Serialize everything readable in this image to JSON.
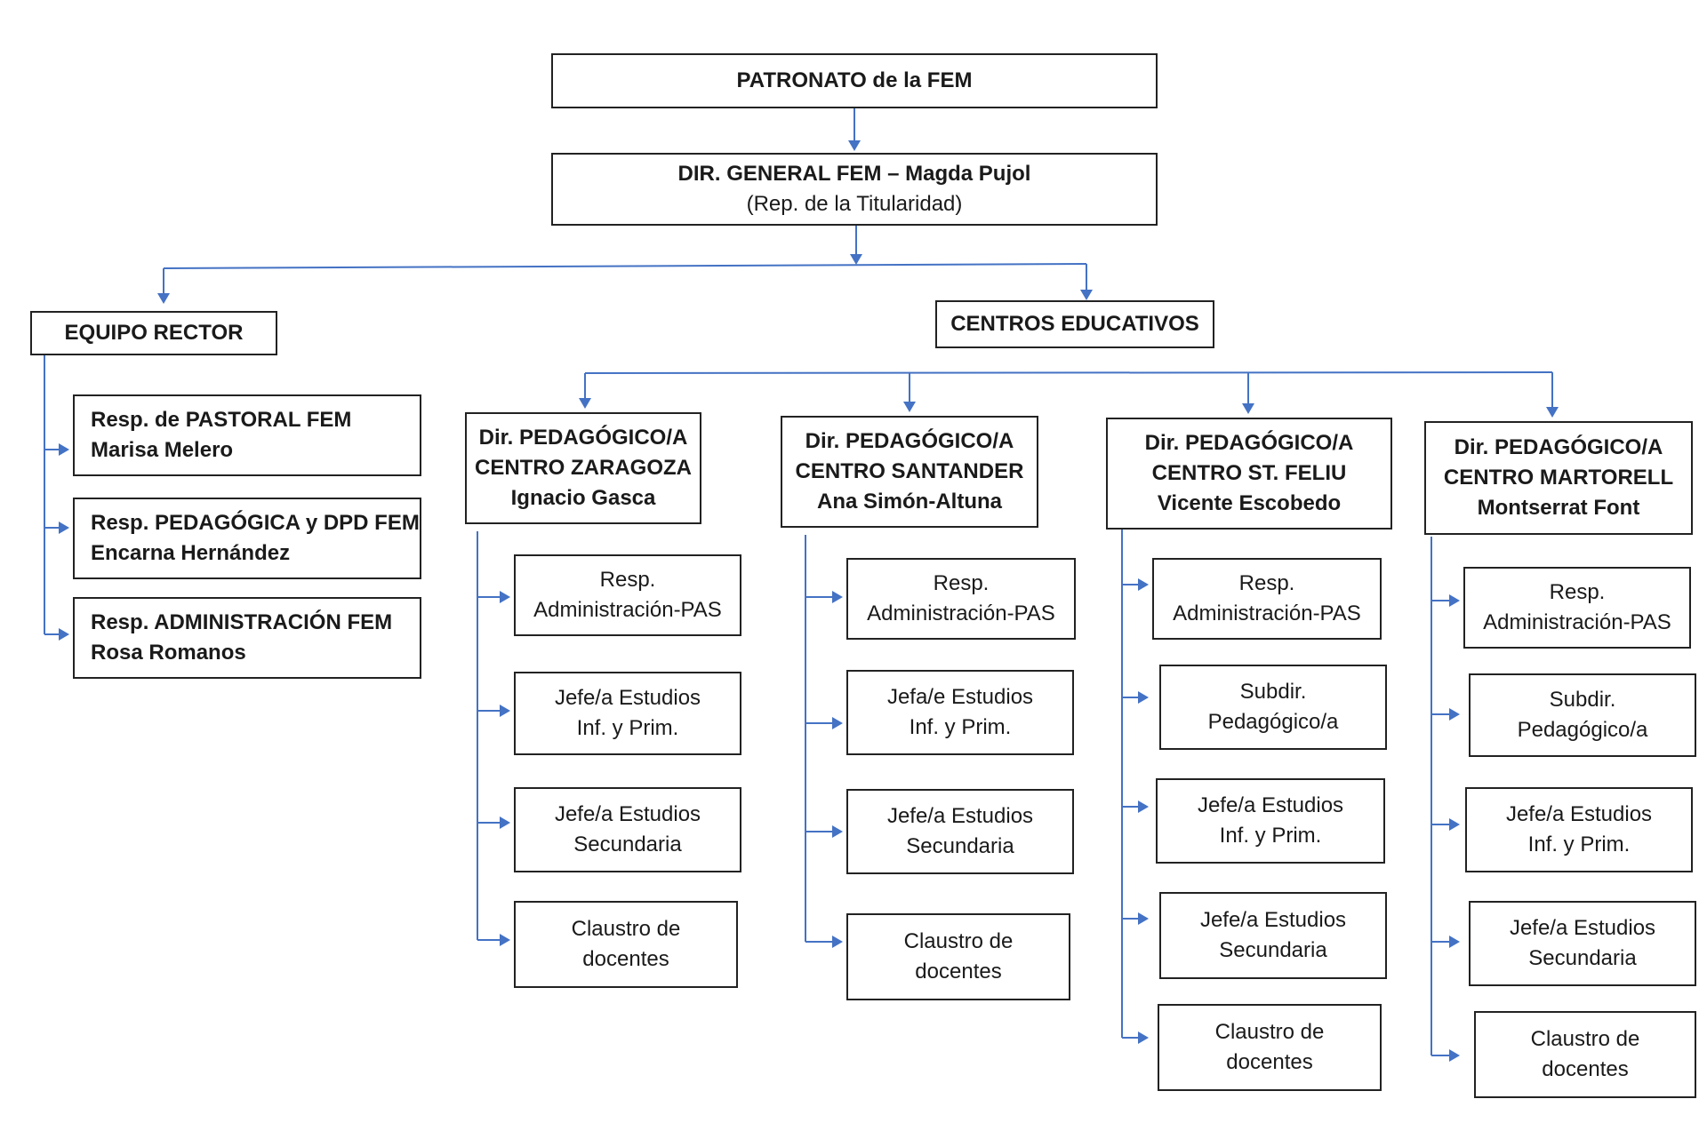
{
  "colors": {
    "connector": "#4472c4",
    "border": "#222222",
    "text": "#1a1a1a"
  },
  "patronato": {
    "lines": [
      "PATRONATO de la FEM"
    ]
  },
  "direccion_general": {
    "lines": [
      "DIR. GENERAL FEM – Magda Pujol",
      "(Rep. de la Titularidad)"
    ]
  },
  "equipo_rector": {
    "title": {
      "lines": [
        "EQUIPO RECTOR"
      ]
    },
    "members": [
      {
        "lines": [
          "Resp. de  PASTORAL FEM",
          "Marisa Melero"
        ]
      },
      {
        "lines": [
          "Resp. PEDAGÓGICA y DPD FEM",
          "Encarna Hernández"
        ]
      },
      {
        "lines": [
          "Resp. ADMINISTRACIÓN FEM",
          "Rosa Romanos"
        ]
      }
    ]
  },
  "centros_educativos": {
    "title": {
      "lines": [
        "CENTROS EDUCATIVOS"
      ]
    },
    "centros": [
      {
        "head": {
          "lines": [
            "Dir. PEDAGÓGICO/A",
            "CENTRO ZARAGOZA",
            "Ignacio Gasca"
          ]
        },
        "units": [
          {
            "lines": [
              "Resp.",
              "Administración-PAS"
            ]
          },
          {
            "lines": [
              "Jefe/a  Estudios",
              "Inf. y Prim."
            ]
          },
          {
            "lines": [
              "Jefe/a  Estudios",
              "Secundaria"
            ]
          },
          {
            "lines": [
              "Claustro de",
              "docentes"
            ]
          }
        ]
      },
      {
        "head": {
          "lines": [
            "Dir. PEDAGÓGICO/A",
            "CENTRO SANTANDER",
            "Ana Simón-Altuna"
          ]
        },
        "units": [
          {
            "lines": [
              "Resp.",
              "Administración-PAS"
            ]
          },
          {
            "lines": [
              "Jefa/e  Estudios",
              "Inf. y Prim."
            ]
          },
          {
            "lines": [
              "Jefe/a  Estudios",
              "Secundaria"
            ]
          },
          {
            "lines": [
              "Claustro de",
              "docentes"
            ]
          }
        ]
      },
      {
        "head": {
          "lines": [
            "Dir. PEDAGÓGICO/A",
            "CENTRO ST. FELIU",
            "Vicente Escobedo"
          ]
        },
        "units": [
          {
            "lines": [
              "Resp.",
              "Administración-PAS"
            ]
          },
          {
            "lines": [
              "Subdir.",
              "Pedagógico/a"
            ]
          },
          {
            "lines": [
              "Jefe/a  Estudios",
              "Inf. y Prim."
            ]
          },
          {
            "lines": [
              "Jefe/a  Estudios",
              "Secundaria"
            ]
          },
          {
            "lines": [
              "Claustro de",
              "docentes"
            ]
          }
        ]
      },
      {
        "head": {
          "lines": [
            "Dir. PEDAGÓGICO/A",
            "CENTRO MARTORELL",
            "Montserrat Font"
          ]
        },
        "units": [
          {
            "lines": [
              "Resp.",
              "Administración-PAS"
            ]
          },
          {
            "lines": [
              "Subdir.",
              "Pedagógico/a"
            ]
          },
          {
            "lines": [
              "Jefe/a  Estudios",
              "Inf. y Prim."
            ]
          },
          {
            "lines": [
              "Jefe/a  Estudios",
              "Secundaria"
            ]
          },
          {
            "lines": [
              "Claustro de",
              "docentes"
            ]
          }
        ]
      }
    ]
  }
}
